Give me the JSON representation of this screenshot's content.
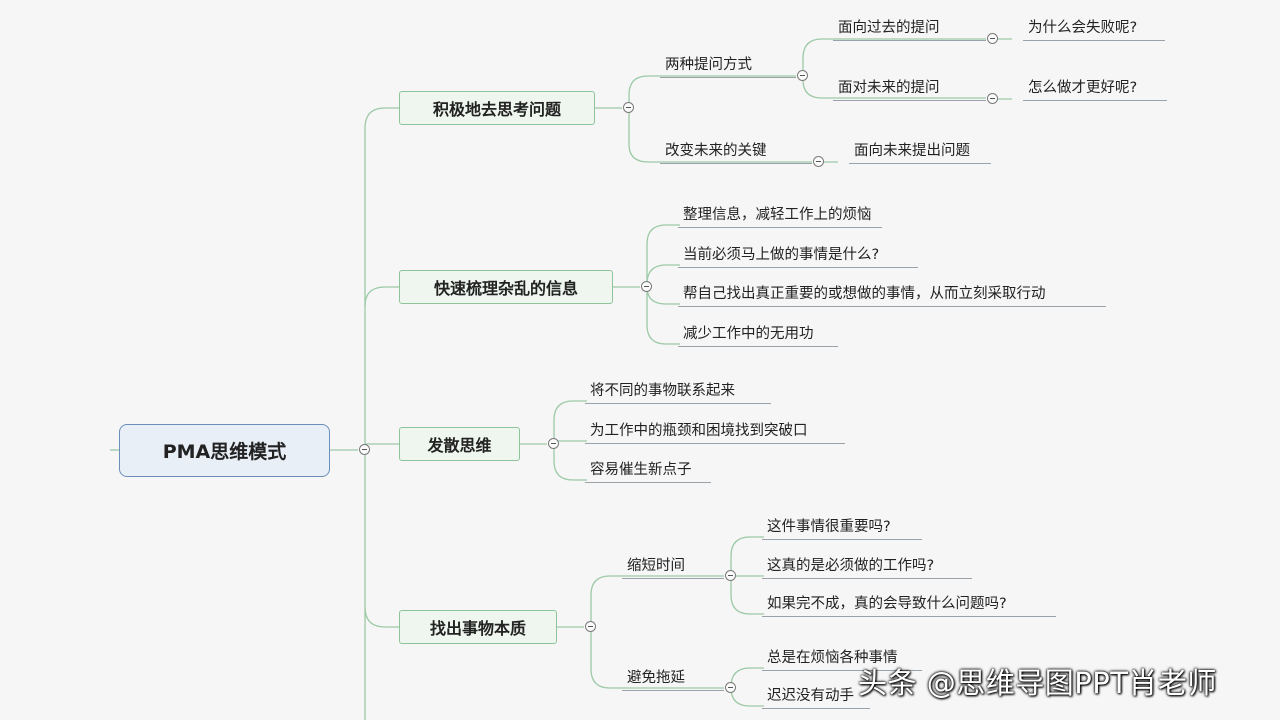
{
  "root": "PMA思维模式",
  "branches": {
    "b1": {
      "label": "积极地去思考问题",
      "two_ways": {
        "label": "两种提问方式",
        "past": {
          "label": "面向过去的提问",
          "child": "为什么会失败呢?"
        },
        "future": {
          "label": "面对未来的提问",
          "child": "怎么做才更好呢?"
        }
      },
      "key": {
        "label": "改变未来的关键",
        "child": "面向未来提出问题"
      }
    },
    "b2": {
      "label": "快速梳理杂乱的信息",
      "items": [
        "整理信息，减轻工作上的烦恼",
        "当前必须马上做的事情是什么?",
        "帮自己找出真正重要的或想做的事情，从而立刻采取行动",
        "减少工作中的无用功"
      ]
    },
    "b3": {
      "label": "发散思维",
      "items": [
        "将不同的事物联系起来",
        "为工作中的瓶颈和困境找到突破口",
        "容易催生新点子"
      ]
    },
    "b4": {
      "label": "找出事物本质",
      "shorten": {
        "label": "缩短时间",
        "items": [
          "这件事情很重要吗?",
          "这真的是必须做的工作吗?",
          "如果完不成，真的会导致什么问题吗?"
        ]
      },
      "procrast": {
        "label": "避免拖延",
        "items": [
          "总是在烦恼各种事情",
          "迟迟没有动手"
        ]
      }
    }
  },
  "watermark": "头条 @思维导图PPT肖老师",
  "colors": {
    "main_border": "#8ec49a",
    "root_border": "#6b8fb8",
    "connector": "#9cc9a6"
  }
}
